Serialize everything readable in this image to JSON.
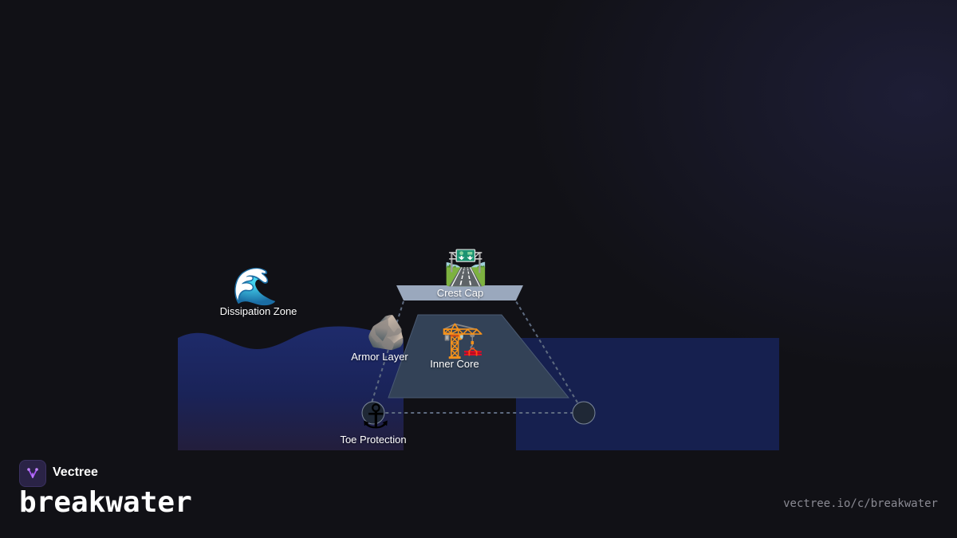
{
  "components": {
    "dissipation_zone": {
      "label": "Dissipation Zone",
      "icon": "water-wave-icon",
      "glyph": "🌊"
    },
    "crest_cap": {
      "label": "Crest Cap",
      "icon": "motorway-icon",
      "glyph": "🛣️"
    },
    "armor_layer": {
      "label": "Armor Layer",
      "icon": "rock-icon",
      "glyph": "🪨"
    },
    "inner_core": {
      "label": "Inner Core",
      "icon": "construction-crane-icon",
      "glyph": "🏗️"
    },
    "toe_protection": {
      "label": "Toe Protection",
      "icon": "anchor-icon",
      "glyph": "⚓"
    }
  },
  "brand": {
    "name": "Vectree",
    "logo_icon": "vectree-logo-icon"
  },
  "title": "breakwater",
  "url": "vectree.io/c/breakwater",
  "colors": {
    "background": "#111116",
    "water_left_top": "#1e2b6b",
    "water_right": "#16204f",
    "core": "#334257",
    "crest": "#9aa8bd",
    "dashed_outline": "#5e6b80",
    "logo_accent": "#a855f7"
  }
}
